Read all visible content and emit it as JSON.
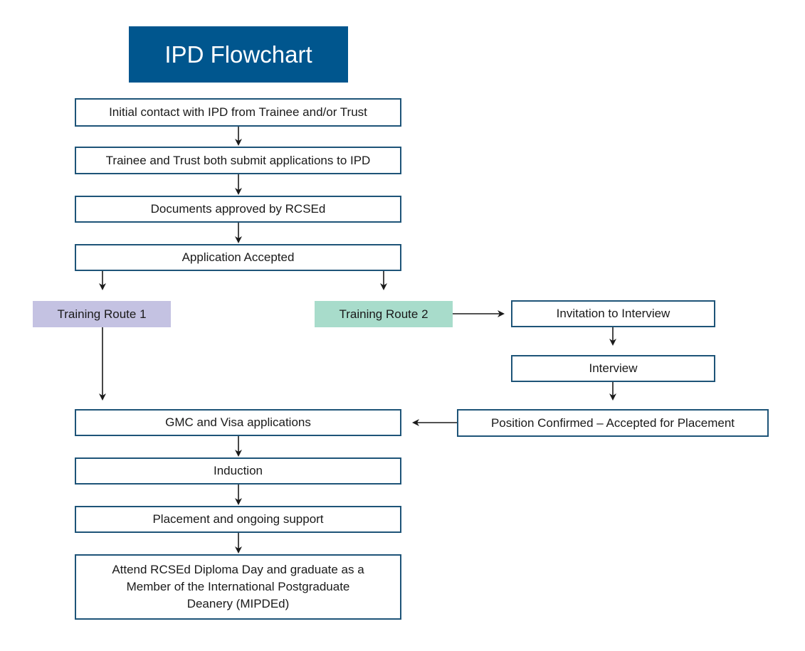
{
  "title": "IPD Flowchart",
  "colors": {
    "title_bg": "#00568e",
    "box_border": "#1e5478",
    "route1_bg": "#c4c2e2",
    "route2_bg": "#a8dccb",
    "arrow": "#1a1a1a"
  },
  "steps": {
    "initial_contact": "Initial contact with IPD from Trainee and/or Trust",
    "submit_applications": "Trainee and Trust both submit applications to IPD",
    "documents_approved": "Documents approved by RCSEd",
    "application_accepted": "Application Accepted",
    "gmc_visa": "GMC and Visa applications",
    "induction": "Induction",
    "placement": "Placement and ongoing support",
    "graduate": "Attend RCSEd Diploma Day and graduate as a Member of the International Postgraduate Deanery (MIPDEd)"
  },
  "routes": {
    "route1": "Training Route 1",
    "route2": "Training Route 2"
  },
  "route2_steps": {
    "invitation": "Invitation to Interview",
    "interview": "Interview",
    "position_confirmed": "Position Confirmed – Accepted for Placement"
  }
}
